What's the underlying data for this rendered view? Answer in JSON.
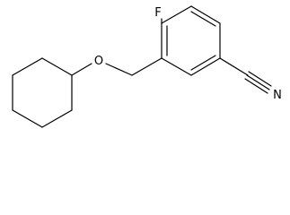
{
  "molecule": {
    "atoms": {
      "fluorine": "F",
      "oxygen": "O",
      "nitrogen": "N"
    }
  }
}
